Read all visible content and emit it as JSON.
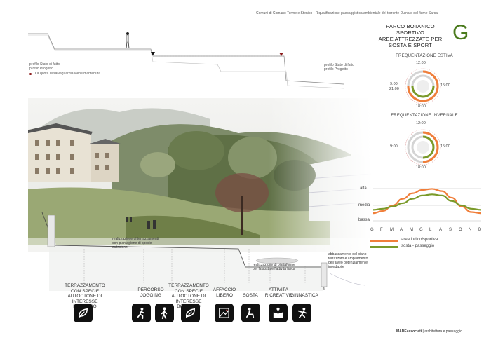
{
  "header": {
    "subtitle": "Comuni di Comano Terme e Stenico - Riqualificazione paesaggistica ambientale del torrente Duina e del fiume Sarca",
    "title_lines": [
      "PARCO BOTANICO SPORTIVO",
      "AREE ATTREZZATE PER",
      "SOSTA E SPORT"
    ],
    "letter": "G"
  },
  "section_top": {
    "legend_left_1": "profilo Stato di fatto",
    "legend_left_2": "profilo Progetto",
    "note": "La quota di salvaguardia viene mantenuta",
    "legend_right_1": "profilo Stato di fatto",
    "legend_right_2": "profilo Progetto"
  },
  "frequentazione": {
    "estiva": {
      "title": "FREQUENTAZIONE ESTIVA",
      "t12": "12:00",
      "t15": "15:00",
      "t18": "18:00",
      "t9": "9:00",
      "t21": "21:00"
    },
    "invernale": {
      "title": "FREQUENTAZIONE INVERNALE",
      "t12": "12:00",
      "t15": "15:00",
      "t18": "18:00",
      "t9": "9:00"
    }
  },
  "chart_data": {
    "type": "line",
    "categories": [
      "G",
      "F",
      "M",
      "A",
      "M",
      "G",
      "L",
      "A",
      "S",
      "O",
      "N",
      "D"
    ],
    "y_levels": [
      "alta",
      "media",
      "bassa"
    ],
    "series": [
      {
        "name": "area ludico/sportiva",
        "color": "#f07e3a",
        "values": [
          1.2,
          1.4,
          1.9,
          2.5,
          3.0,
          3.3,
          3.4,
          3.2,
          2.6,
          1.8,
          1.3,
          1.2
        ]
      },
      {
        "name": "sosta - passeggio",
        "color": "#7a9a2a",
        "values": [
          1.5,
          1.6,
          1.8,
          2.1,
          2.5,
          2.8,
          2.9,
          2.8,
          2.3,
          1.9,
          1.6,
          1.5
        ]
      }
    ],
    "ylim": [
      0,
      4
    ],
    "legend": "bottom"
  },
  "annotations": {
    "a1": "realizzazione di terrazzamenti con piantagione di specie autoctone",
    "a2": "realizzazione di piattaforme per la sosta e l'attività fisica",
    "a3": "abbassamento del piano terrazzato e ampliamento dell'alveo potenzialmente inondabile"
  },
  "features": [
    {
      "label": "TERRAZZAMENTO CON SPECIE AUTOCTONE DI INTERESSE BOTANICO",
      "icon": "leaf-icon"
    },
    {
      "label": "PERCORSO JOGGING",
      "icon": "jogging-icon"
    },
    {
      "label": "TERRAZZAMENTO CON SPECIE AUTOCTONE DI INTERESSE BOTANICO",
      "icon": "leaf-icon"
    },
    {
      "label": "AFFACCIO LIBERO",
      "icon": "view-icon"
    },
    {
      "label": "SOSTA",
      "icon": "sitting-icon"
    },
    {
      "label": "ATTIVITÀ RICREATIVE",
      "icon": "reading-icon"
    },
    {
      "label": "GINNASTICA",
      "icon": "exercise-icon"
    }
  ],
  "footer": {
    "studio": "MADEassociati",
    "rest": " | architettura e paesaggio"
  },
  "colors": {
    "accent_orange": "#f07e3a",
    "accent_green": "#7a9a2a",
    "title_green": "#4a7a1c"
  }
}
